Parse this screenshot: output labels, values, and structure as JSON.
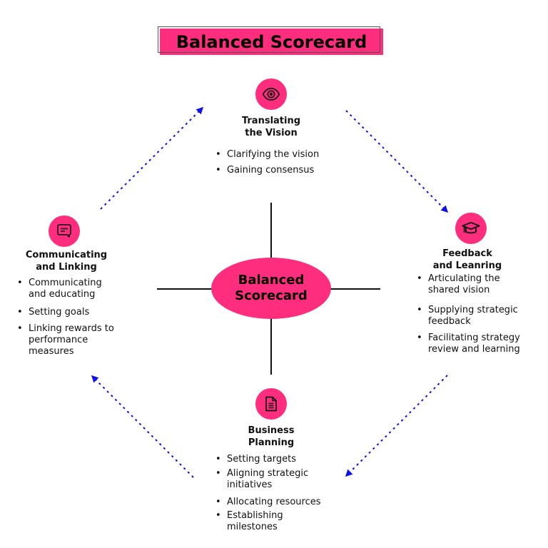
{
  "title": "Balanced Scorecard",
  "center": {
    "line1": "Balanced",
    "line2": "Scorecard"
  },
  "colors": {
    "accent": "#FF2D7E",
    "arrow": "#1010E8",
    "line": "#000000"
  },
  "nodes": {
    "top": {
      "icon": "eye-icon",
      "title_line1": "Translating",
      "title_line2": "the Vision",
      "items": [
        "Clarifying the vision",
        "Gaining consensus"
      ]
    },
    "right": {
      "icon": "graduation-cap-icon",
      "title_line1": "Feedback",
      "title_line2": "and Leanring",
      "items": [
        "Articulating the shared vision",
        "Supplying strategic feedback",
        "Facilitating strategy review and learning"
      ]
    },
    "bottom": {
      "icon": "document-icon",
      "title_line1": "Business",
      "title_line2": "Planning",
      "items": [
        "Setting targets",
        "Aligning strategic initiatives",
        "Allocating resources",
        "Establishing milestones"
      ]
    },
    "left": {
      "icon": "message-icon",
      "title_line1": "Communicating",
      "title_line2": "and Linking",
      "items": [
        "Communicating and educating",
        "Setting goals",
        "Linking rewards to performance measures"
      ]
    }
  },
  "flow": [
    "left",
    "top",
    "right",
    "bottom",
    "left"
  ]
}
